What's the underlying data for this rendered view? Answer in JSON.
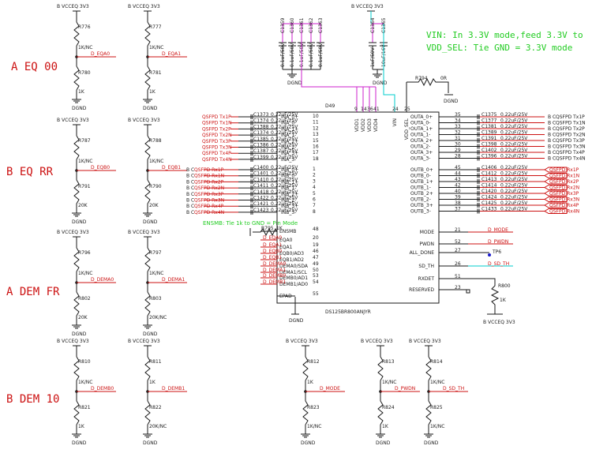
{
  "notes": {
    "vin_mode": "VIN: In 3.3V mode,feed 3.3V to",
    "vdd_sel": "VDD_SEL: Tie GND = 3.3V mode",
    "ensmb": "ENSMB: Tie 1k to GND = Pin Mode"
  },
  "section_labels": [
    "A EQ 00",
    "B EQ RR",
    "A DEM FR",
    "B DEM 10"
  ],
  "power_label": "B VCCEQ 3V3",
  "ground_label": "DGND",
  "dividers": [
    {
      "top_ref": "R776",
      "top_val": "1K/NC",
      "net": "D_EQA0",
      "bot_ref": "R780",
      "bot_val": "1K"
    },
    {
      "top_ref": "R777",
      "top_val": "1K/NC",
      "net": "D_EQA1",
      "bot_ref": "R781",
      "bot_val": "1K"
    },
    {
      "top_ref": "R787",
      "top_val": "1K/NC",
      "net": "D_EQB0",
      "bot_ref": "R791",
      "bot_val": "20K"
    },
    {
      "top_ref": "R788",
      "top_val": "1K/NC",
      "net": "D_EQB1",
      "bot_ref": "R790",
      "bot_val": "20K"
    },
    {
      "top_ref": "R796",
      "top_val": "1K/NC",
      "net": "D_DEMA0",
      "bot_ref": "R802",
      "bot_val": "20K"
    },
    {
      "top_ref": "R797",
      "top_val": "1K/NC",
      "net": "D_DEMA1",
      "bot_ref": "R803",
      "bot_val": "20K/NC"
    },
    {
      "top_ref": "R810",
      "top_val": "1K/NC",
      "net": "D_DEMB0",
      "bot_ref": "R821",
      "bot_val": "1K"
    },
    {
      "top_ref": "R811",
      "top_val": "1K",
      "net": "D_DEMB1",
      "bot_ref": "R822",
      "bot_val": "20K/NC"
    },
    {
      "top_ref": "R812",
      "top_val": "1K",
      "net": "D_MODE",
      "bot_ref": "R823",
      "bot_val": "1K/NC"
    },
    {
      "top_ref": "R813",
      "top_val": "1K/NC",
      "net": "D_PWDN",
      "bot_ref": "R824",
      "bot_val": "1K"
    },
    {
      "top_ref": "R814",
      "top_val": "1K/NC",
      "net": "D_SD_TH",
      "bot_ref": "R825",
      "bot_val": "1K/NC"
    }
  ],
  "decoupling": {
    "group1": [
      {
        "ref": "C1359",
        "val": "0.1uF/50V"
      },
      {
        "ref": "C1360",
        "val": "0.1uF/50V"
      },
      {
        "ref": "C1361",
        "val": "0.1uF/50V"
      },
      {
        "ref": "C1362",
        "val": "0.1uF/50V"
      },
      {
        "ref": "C1363",
        "val": "0.1uF/50V"
      }
    ],
    "group2": [
      {
        "ref": "C1364",
        "val": "1uF/50V"
      },
      {
        "ref": "C1365",
        "val": "10uF/16V"
      }
    ]
  },
  "ic": {
    "ref": "D49",
    "part": "DS125BR800ANJYR",
    "top_pins": [
      {
        "num": "9",
        "name": "VDD1"
      },
      {
        "num": "14",
        "name": "VDD2"
      },
      {
        "num": "36",
        "name": "VDD3"
      },
      {
        "num": "41",
        "name": "VDD4"
      },
      {
        "num": "24",
        "name": "VIN"
      },
      {
        "num": "25",
        "name": "VDD_SEL"
      }
    ],
    "left_inputs": [
      {
        "num": "10",
        "name": "INA_0+",
        "cap": "C1373",
        "val": "0.22uF/25V",
        "net": ""
      },
      {
        "num": "11",
        "name": "INA_0-",
        "cap": "C1374",
        "val": "0.22uF/25V",
        "net": ""
      },
      {
        "num": "12",
        "name": "INA_1+",
        "cap": "C1388",
        "val": "0.22uF/25V",
        "net": ""
      },
      {
        "num": "13",
        "name": "INA_1-",
        "cap": "C1374",
        "val": "0.22uF/25V",
        "net": ""
      },
      {
        "num": "15",
        "name": "INA_2+",
        "cap": "C1385",
        "val": "0.22uF/25V",
        "net": ""
      },
      {
        "num": "16",
        "name": "INA_2-",
        "cap": "C1386",
        "val": "0.22uF/25V",
        "net": ""
      },
      {
        "num": "17",
        "name": "INA_3+",
        "cap": "C1387",
        "val": "0.22uF/25V",
        "net": ""
      },
      {
        "num": "18",
        "name": "INA_3-",
        "cap": "C1399",
        "val": "0.22uF/25V",
        "net": ""
      },
      {
        "num": "1",
        "name": "INB_0+",
        "cap": "C1400",
        "val": "0.22uF/25V",
        "net": "B_C_QSFPD_Rx1P"
      },
      {
        "num": "2",
        "name": "INB_0-",
        "cap": "C1401",
        "val": "0.22uF/25V",
        "net": "B_C_QSFPD_Rx1N"
      },
      {
        "num": "3",
        "name": "INB_1+",
        "cap": "C1410",
        "val": "0.22uF/25V",
        "net": "B_C_QSFPD_Rx2P"
      },
      {
        "num": "4",
        "name": "INB_1-",
        "cap": "C1411",
        "val": "0.22uF/25V",
        "net": "B_C_QSFPD_Rx2N"
      },
      {
        "num": "5",
        "name": "INB_2+",
        "cap": "C1418",
        "val": "0.22uF/25V",
        "net": "B_C_QSFPD_Rx3P"
      },
      {
        "num": "6",
        "name": "INB_2-",
        "cap": "C1422",
        "val": "0.22uF/25V",
        "net": "B_C_QSFPD_Rx3N"
      },
      {
        "num": "7",
        "name": "INB_3+",
        "cap": "C1421",
        "val": "0.22uF/25V",
        "net": "B_C_QSFPD_Rx4P"
      },
      {
        "num": "8",
        "name": "INB_3-",
        "cap": "C1423",
        "val": "0.22uF/25V",
        "net": "B_C_QSFPD_Rx4N"
      }
    ],
    "left_tx_nets": [
      "QSFPD_Tx1P",
      "QSFPD_Tx1N",
      "QSFPD_Tx2P",
      "QSFPD_Tx2N",
      "QSFPD_Tx3P",
      "QSFPD_Tx3N",
      "QSFPD_Tx4P",
      "QSFPD_Tx4N"
    ],
    "left_ctrl": [
      {
        "num": "48",
        "name": "ENSMB",
        "net": ""
      },
      {
        "num": "20",
        "name": "EQA0",
        "net": "D_EQA0"
      },
      {
        "num": "19",
        "name": "EQA1",
        "net": "D_EQA1"
      },
      {
        "num": "46",
        "name": "EQB0/AD3",
        "net": "D_EQB0"
      },
      {
        "num": "47",
        "name": "EQB1/AD2",
        "net": "D_EQB1"
      },
      {
        "num": "49",
        "name": "DEMA0/SDA",
        "net": "D_DEMA0"
      },
      {
        "num": "50",
        "name": "DEMA1/SCL",
        "net": "D_DEMA1"
      },
      {
        "num": "53",
        "name": "DEMB0/AD1",
        "net": "D_DEMB0"
      },
      {
        "num": "54",
        "name": "DEMB1/AD0",
        "net": "D_DEMB1"
      },
      {
        "num": "55",
        "name": "EPAD",
        "net": ""
      }
    ],
    "right_outputs": [
      {
        "num": "35",
        "name": "OUTA_0+",
        "cap": "C1375",
        "val": "0.22uF/25V",
        "net": "B_C_QSFPD_Tx1P"
      },
      {
        "num": "34",
        "name": "OUTA_0-",
        "cap": "C1377",
        "val": "0.22uF/25V",
        "net": "B_C_QSFPD_Tx1N"
      },
      {
        "num": "33",
        "name": "OUTA_1+",
        "cap": "C1381",
        "val": "0.22uF/25V",
        "net": "B_C_QSFPD_Tx2P"
      },
      {
        "num": "32",
        "name": "OUTA_1-",
        "cap": "C1389",
        "val": "0.22uF/25V",
        "net": "B_C_QSFPD_Tx2N"
      },
      {
        "num": "31",
        "name": "OUTA_2+",
        "cap": "C1391",
        "val": "0.22uF/25V",
        "net": "B_C_QSFPD_Tx3P"
      },
      {
        "num": "30",
        "name": "OUTA_2-",
        "cap": "C1398",
        "val": "0.22uF/25V",
        "net": "B_C_QSFPD_Tx3N"
      },
      {
        "num": "29",
        "name": "OUTA_3+",
        "cap": "C1402",
        "val": "0.22uF/25V",
        "net": "B_C_QSFPD_Tx4P"
      },
      {
        "num": "28",
        "name": "OUTA_3-",
        "cap": "C1396",
        "val": "0.22uF/25V",
        "net": "B_C_QSFPD_Tx4N"
      },
      {
        "num": "45",
        "name": "OUTB_0+",
        "cap": "C1406",
        "val": "0.22uF/25V",
        "net": "QSFPD_Rx1P"
      },
      {
        "num": "44",
        "name": "OUTB_0-",
        "cap": "C1412",
        "val": "0.22uF/25V",
        "net": "QSFPD_Rx1N"
      },
      {
        "num": "43",
        "name": "OUTB_1+",
        "cap": "C1413",
        "val": "0.22uF/25V",
        "net": "QSFPD_Rx2P"
      },
      {
        "num": "42",
        "name": "OUTB_1-",
        "cap": "C1414",
        "val": "0.22uF/25V",
        "net": "QSFPD_Rx2N"
      },
      {
        "num": "40",
        "name": "OUTB_2+",
        "cap": "C1420",
        "val": "0.22uF/25V",
        "net": "QSFPD_Rx3P"
      },
      {
        "num": "39",
        "name": "OUTB_2-",
        "cap": "C1424",
        "val": "0.22uF/25V",
        "net": "QSFPD_Rx3N"
      },
      {
        "num": "38",
        "name": "OUTB_3+",
        "cap": "C1425",
        "val": "0.22uF/25V",
        "net": "QSFPD_Rx4P"
      },
      {
        "num": "37",
        "name": "OUTB_3-",
        "cap": "C1433",
        "val": "0.22uF/25V",
        "net": "QSFPD_Rx4N"
      }
    ],
    "right_ctrl": [
      {
        "num": "21",
        "name": "MODE",
        "net": "D_MODE"
      },
      {
        "num": "52",
        "name": "PWDN",
        "net": "D_PWDN"
      },
      {
        "num": "27",
        "name": "ALL_DONE",
        "net": "TP6"
      },
      {
        "num": "26",
        "name": "SD_TH",
        "net": "D_SD_TH"
      },
      {
        "num": "51",
        "name": "RXDET",
        "net": ""
      },
      {
        "num": "23",
        "name": "RESERVED",
        "net": ""
      }
    ]
  },
  "misc": {
    "r794": {
      "ref": "R794",
      "val": "0R"
    },
    "r795": {
      "ref": "R795",
      "val": "1K"
    },
    "r800": {
      "ref": "R800",
      "val": "1K"
    },
    "prefix_bc": "B C"
  }
}
